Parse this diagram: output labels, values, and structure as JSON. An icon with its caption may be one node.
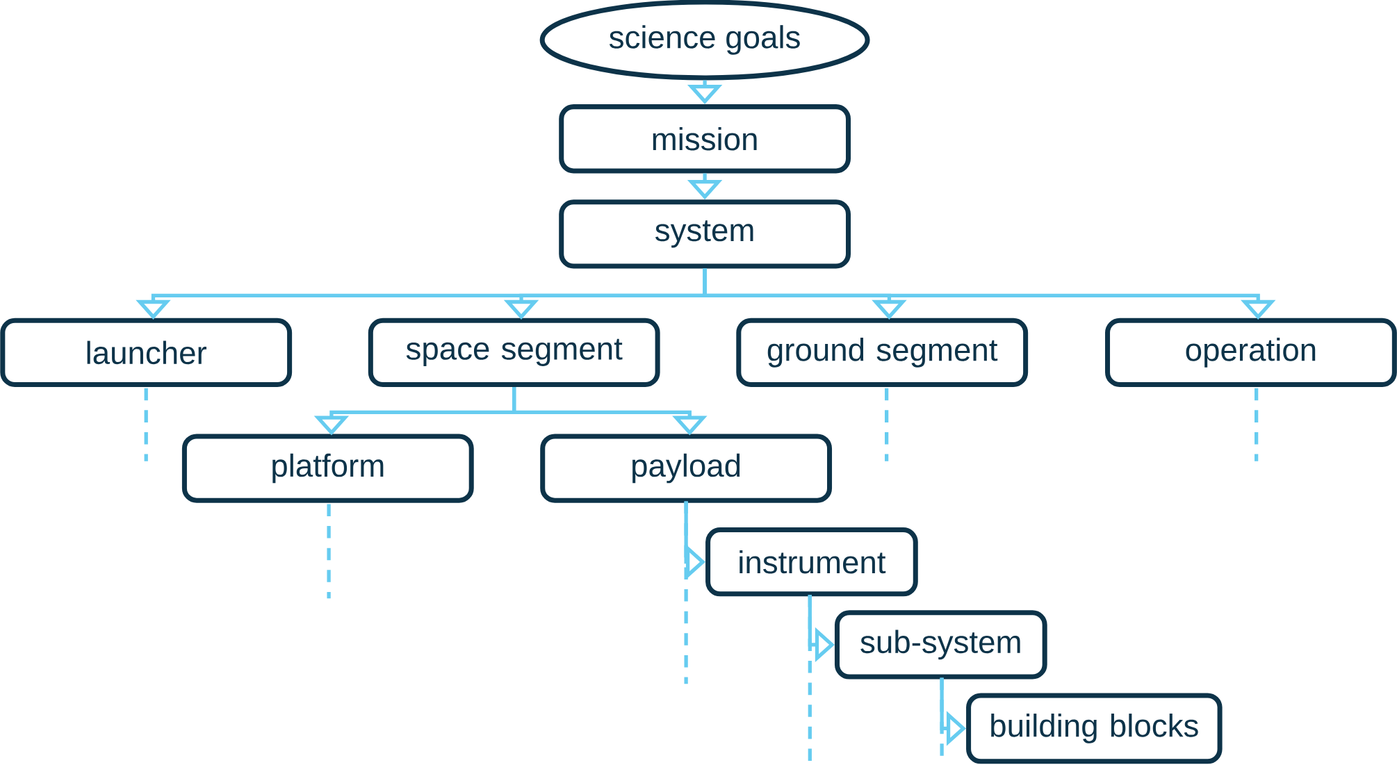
{
  "diagram": {
    "nodes": [
      {
        "text": [
          "science goals"
        ]
      },
      {
        "text": [
          "mission"
        ]
      },
      {
        "text": [
          "system"
        ]
      },
      {
        "text": [
          "launcher"
        ]
      },
      {
        "text": [
          "space segment"
        ]
      },
      {
        "text": [
          "ground segment"
        ]
      },
      {
        "text": [
          "operation"
        ]
      },
      {
        "text": [
          "platform"
        ]
      },
      {
        "text": [
          "payload"
        ]
      },
      {
        "text": [
          "instrument"
        ]
      },
      {
        "text": [
          "sub-system"
        ]
      },
      {
        "text": [
          "building blocks"
        ]
      }
    ],
    "edges": [
      {
        "from": 0,
        "to": 1,
        "arrow": "to"
      },
      {
        "from": 1,
        "to": 2,
        "arrow": "to"
      },
      {
        "from": 2,
        "to": 3,
        "arrow": "to"
      },
      {
        "from": 2,
        "to": 4,
        "arrow": "to"
      },
      {
        "from": 2,
        "to": 5,
        "arrow": "to"
      },
      {
        "from": 2,
        "to": 6,
        "arrow": "to"
      },
      {
        "from": 4,
        "to": 7,
        "arrow": "to"
      },
      {
        "from": 4,
        "to": 8,
        "arrow": "to"
      },
      {
        "from": 8,
        "to": 9,
        "arrow": "to"
      },
      {
        "from": 9,
        "to": 10,
        "arrow": "to"
      },
      {
        "from": 10,
        "to": 11,
        "arrow": "to"
      },
      {
        "from": 3,
        "to": null,
        "arrow": "none",
        "style": "dashed"
      },
      {
        "from": 5,
        "to": null,
        "arrow": "none",
        "style": "dashed"
      },
      {
        "from": 6,
        "to": null,
        "arrow": "none",
        "style": "dashed"
      },
      {
        "from": 7,
        "to": null,
        "arrow": "none",
        "style": "dashed"
      },
      {
        "from": 8,
        "to": null,
        "arrow": "none",
        "style": "dashed"
      },
      {
        "from": 9,
        "to": null,
        "arrow": "none",
        "style": "dashed"
      },
      {
        "from": 10,
        "to": null,
        "arrow": "none",
        "style": "dashed"
      }
    ]
  }
}
